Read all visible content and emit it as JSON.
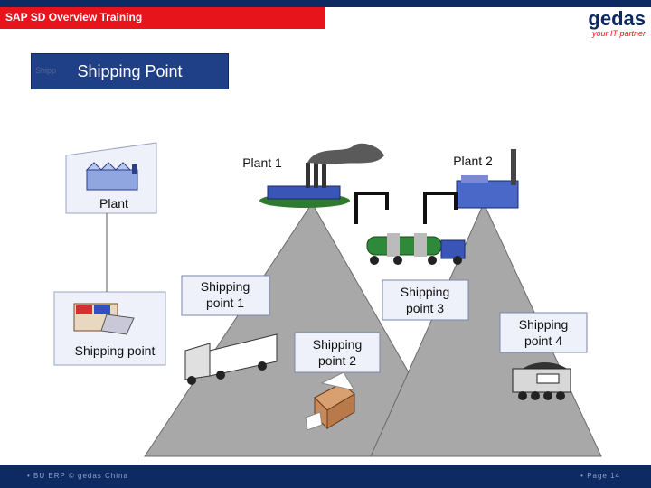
{
  "header": {
    "training_title": "SAP SD Overview Training",
    "brand": "gedas",
    "tagline": "your IT partner"
  },
  "slide": {
    "title": "Shipping Point",
    "title_ghost": "Shipp"
  },
  "diagram": {
    "org_plant": "Plant",
    "org_shipping_point": "Shipping point",
    "plant1": "Plant 1",
    "plant2": "Plant 2",
    "sp1_line1": "Shipping",
    "sp1_line2": "point 1",
    "sp2_line1": "Shipping",
    "sp2_line2": "point 2",
    "sp3_line1": "Shipping",
    "sp3_line2": "point 3",
    "sp4_line1": "Shipping",
    "sp4_line2": "point 4"
  },
  "footer": {
    "left": "• BU ERP © gedas China",
    "right": "• Page  14"
  },
  "colors": {
    "navy": "#0d2a63",
    "red": "#e8141b",
    "mountain": "#a8a8a8",
    "boxfill": "#eef1fa"
  }
}
